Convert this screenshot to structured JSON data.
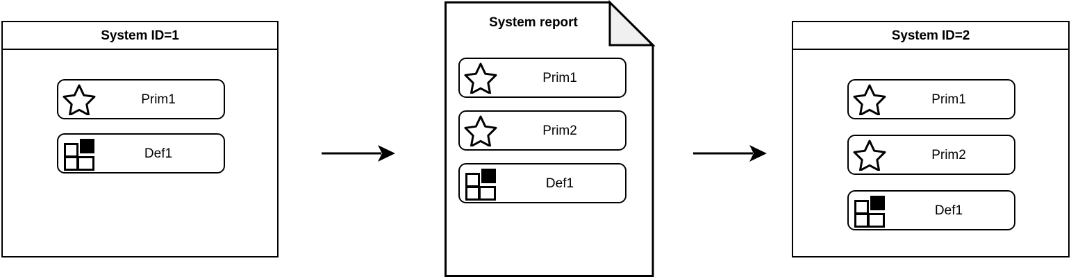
{
  "diagram": {
    "type": "flow",
    "title": "",
    "nodes": [
      {
        "id": "system-1",
        "kind": "system-box",
        "title": "System ID=1",
        "items": [
          {
            "label": "Prim1",
            "icon": "star-icon"
          },
          {
            "label": "Def1",
            "icon": "grid-block-icon"
          }
        ]
      },
      {
        "id": "system-report",
        "kind": "document",
        "title": "System report",
        "items": [
          {
            "label": "Prim1",
            "icon": "star-icon"
          },
          {
            "label": "Prim2",
            "icon": "star-icon"
          },
          {
            "label": "Def1",
            "icon": "grid-block-icon"
          }
        ]
      },
      {
        "id": "system-2",
        "kind": "system-box",
        "title": "System ID=2",
        "items": [
          {
            "label": "Prim1",
            "icon": "star-icon"
          },
          {
            "label": "Prim2",
            "icon": "star-icon"
          },
          {
            "label": "Def1",
            "icon": "grid-block-icon"
          }
        ]
      }
    ],
    "connectors": [
      {
        "id": "arrow-1",
        "from": "system-1",
        "to": "system-report",
        "icon": "arrow-right-icon"
      },
      {
        "id": "arrow-2",
        "from": "system-report",
        "to": "system-2",
        "icon": "arrow-right-icon"
      }
    ]
  },
  "colors": {
    "stroke": "#000000",
    "background": "#ffffff",
    "fold_fill": "#f0f0f0",
    "icon_fill": "#000000"
  }
}
